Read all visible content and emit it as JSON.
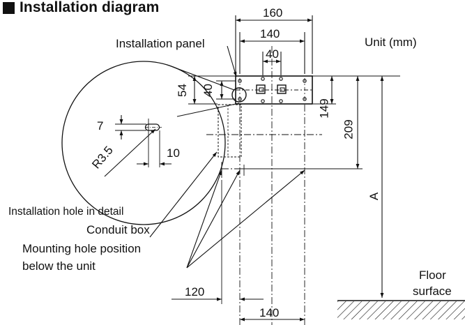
{
  "title": "Installation diagram",
  "unit_label": "Unit (mm)",
  "labels": {
    "installation_panel": "Installation panel",
    "hole_detail": "Installation hole in detail",
    "conduit_box": "Conduit box",
    "mounting_line1": "Mounting hole position",
    "mounting_line2": "below the unit",
    "floor_line1": "Floor",
    "floor_line2": "surface"
  },
  "dimensions": {
    "d160": "160",
    "d140_top": "140",
    "d40_top": "40",
    "d54": "54",
    "d40_left": "40",
    "d149": "149",
    "d209": "209",
    "dA": "A",
    "d7": "7",
    "d10": "10",
    "dR": "R3.5",
    "d120": "120",
    "d140_bottom": "140"
  },
  "colors": {
    "ink": "#111111",
    "background": "#ffffff"
  }
}
